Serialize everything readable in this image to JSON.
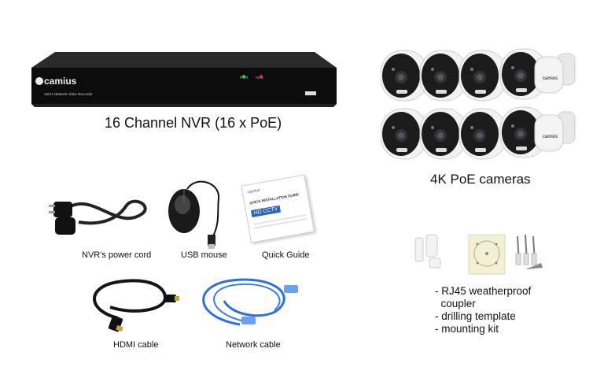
{
  "nvr": {
    "brand": "camius",
    "model_line": "16CH Network Video Recorder",
    "led_pwr": "PWR",
    "led_hdd": "HDD",
    "caption": "16 Channel NVR (16 x PoE)"
  },
  "cameras": {
    "caption": "4K PoE cameras",
    "brand": "camius",
    "count": 8
  },
  "accessories": {
    "power_cord": "NVR's power cord",
    "usb_mouse": "USB mouse",
    "quick_guide": "Quick Guide",
    "hdmi_cable": "HDMI cable",
    "network_cable": "Network cable"
  },
  "guide": {
    "brand": "camius",
    "title": "QUICK INSTALLATION GUIDE",
    "subtitle": "HD CCTV"
  },
  "kit_list": [
    "- RJ45 weatherproof",
    "  coupler",
    "- drilling template",
    "- mounting kit"
  ]
}
